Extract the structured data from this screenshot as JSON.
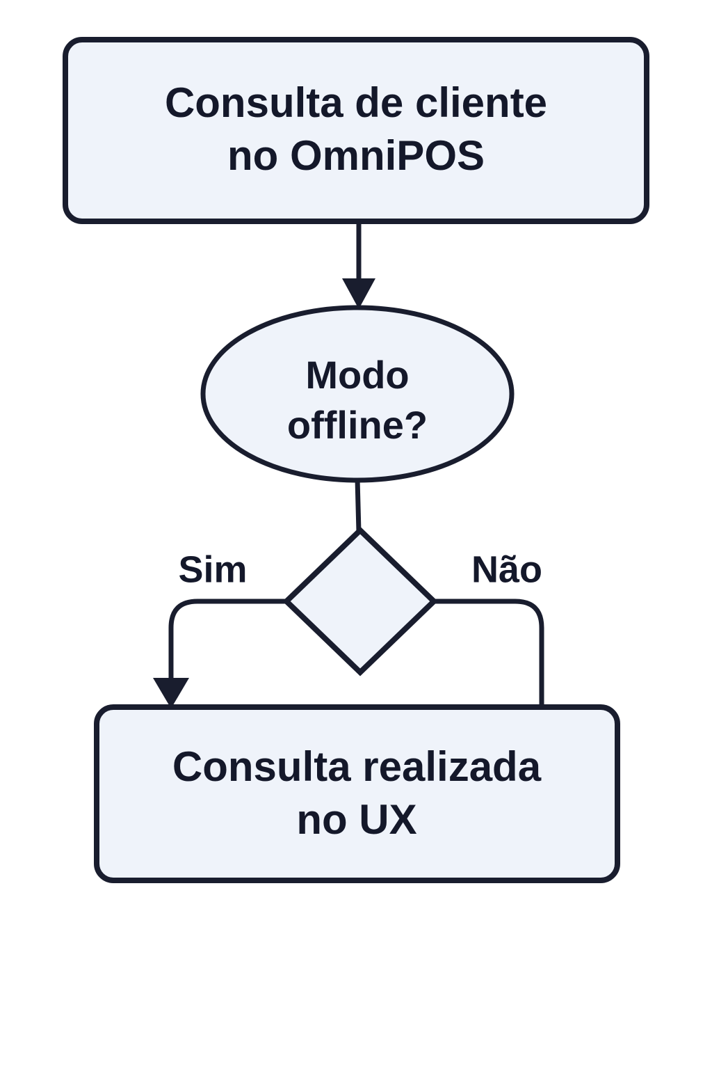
{
  "diagram": {
    "type": "flowchart",
    "language": "pt-BR",
    "direction": "top-to-bottom",
    "background_color": "#ffffff",
    "node_fill_color": "#eff3fa",
    "node_stroke_color": "#191d2e",
    "text_color": "#14182a",
    "nodes": [
      {
        "id": "start",
        "shape": "rounded-rectangle",
        "line1": "Consulta de cliente",
        "line2": "no OmniPOS"
      },
      {
        "id": "condition",
        "shape": "ellipse",
        "line1": "Modo",
        "line2": "offline?"
      },
      {
        "id": "decision",
        "shape": "diamond",
        "line1": "",
        "line2": ""
      },
      {
        "id": "end",
        "shape": "rounded-rectangle",
        "line1": "Consulta realizada",
        "line2": "no UX"
      }
    ],
    "edges": [
      {
        "id": "start-to-condition",
        "from": "start",
        "to": "condition",
        "label": "",
        "arrowhead": true
      },
      {
        "id": "condition-to-decision",
        "from": "condition",
        "to": "decision",
        "label": "",
        "arrowhead": false
      },
      {
        "id": "decision-yes",
        "from": "decision",
        "to": "end",
        "label": "Sim",
        "arrowhead": true
      },
      {
        "id": "decision-no",
        "from": "decision",
        "to": "end",
        "label": "Não",
        "arrowhead": false
      }
    ]
  }
}
